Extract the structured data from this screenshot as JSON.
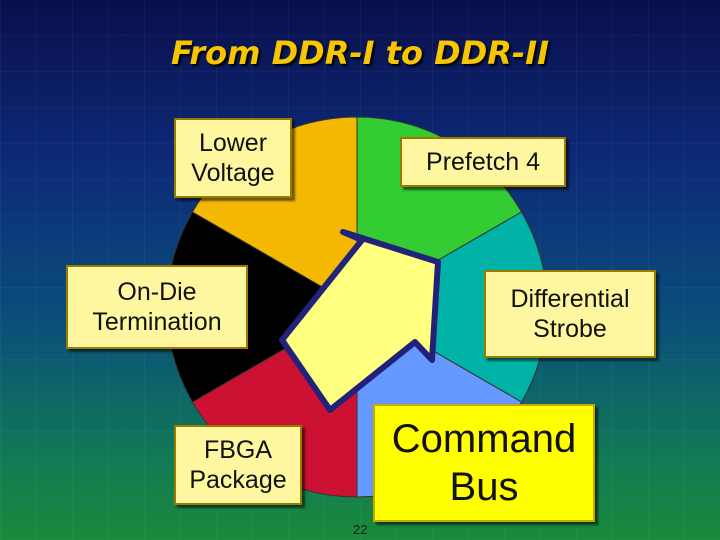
{
  "slide": {
    "title": "From DDR-I to DDR-II",
    "page_number": "22"
  },
  "diagram": {
    "segments": [
      {
        "name": "Prefetch 4",
        "color": "#33cc33"
      },
      {
        "name": "Differential Strobe",
        "color": "#00b3a6"
      },
      {
        "name": "Command Bus",
        "color": "#6699ff"
      },
      {
        "name": "FBGA Package",
        "color": "#cc1133"
      },
      {
        "name": "On-Die Termination",
        "color": "#000000"
      },
      {
        "name": "Lower Voltage",
        "color": "#f5b800"
      }
    ],
    "labels": {
      "lower_voltage": "Lower\nVoltage",
      "prefetch": "Prefetch 4",
      "on_die": "On-Die\nTermination",
      "differential": "Differential\nStrobe",
      "fbga": "FBGA\nPackage",
      "command_bus": "Command\nBus"
    },
    "arrow_color": "#ffff80"
  }
}
